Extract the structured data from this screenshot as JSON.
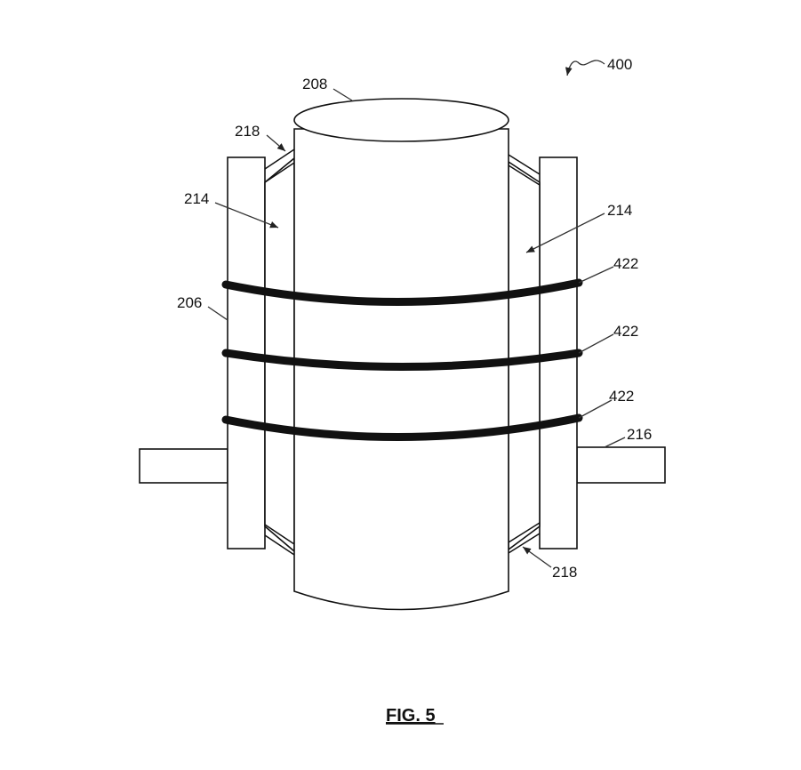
{
  "figure": {
    "title": "FIG. 5",
    "reference_numeral": "400",
    "labels": {
      "cylinder": "208",
      "strut_top": "218",
      "strut_bottom": "218",
      "panel_left": "214",
      "panel_right": "214",
      "frame": "206",
      "shaft": "216",
      "band_1": "422",
      "band_2": "422",
      "band_3": "422"
    }
  }
}
